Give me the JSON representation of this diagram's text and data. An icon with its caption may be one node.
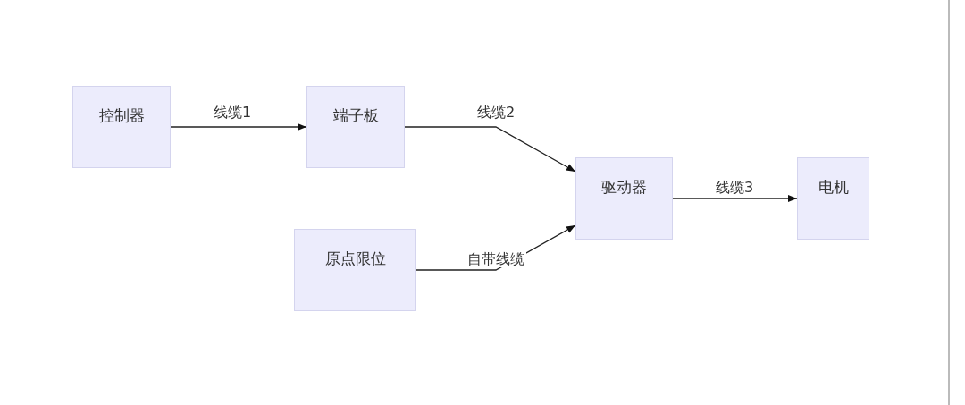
{
  "diagram": {
    "nodes": [
      {
        "text": [
          "控制器"
        ]
      },
      {
        "text": [
          "端子板"
        ]
      },
      {
        "text": [
          "驱动器"
        ]
      },
      {
        "text": [
          "电机"
        ]
      },
      {
        "text": [
          "原点限位"
        ]
      }
    ],
    "edges": [
      {
        "from": 0,
        "to": 1,
        "arrow": "to",
        "label": "线缆1"
      },
      {
        "from": 1,
        "to": 2,
        "arrow": "to",
        "label": "线缆2"
      },
      {
        "from": 4,
        "to": 2,
        "arrow": "to",
        "label": "自带线缆"
      },
      {
        "from": 2,
        "to": 3,
        "arrow": "to",
        "label": "线缆3"
      }
    ]
  }
}
